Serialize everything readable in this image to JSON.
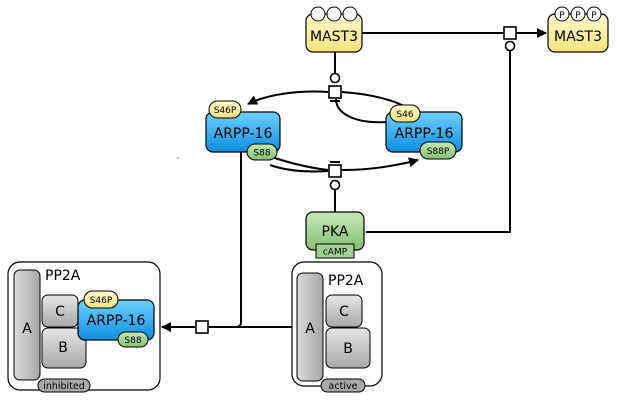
{
  "nodes": {
    "mast3_unphos": {
      "label": "MAST3",
      "site_labels": [
        "",
        "",
        ""
      ]
    },
    "mast3_phos": {
      "label": "MAST3",
      "site_labels": [
        "P",
        "P",
        "P"
      ]
    },
    "arpp16_left": {
      "label": "ARPP-16",
      "site_top": "S46P",
      "site_bottom": "S88"
    },
    "arpp16_right": {
      "label": "ARPP-16",
      "site_top": "S46",
      "site_bottom": "S88P"
    },
    "pka": {
      "label": "PKA",
      "unit": "cAMP"
    },
    "pp2a_inhibited": {
      "title": "PP2A",
      "sub_a": "A",
      "sub_b": "B",
      "sub_c": "C",
      "bound_label": "ARPP-16",
      "bound_site_top": "S46P",
      "bound_site_bottom": "S88",
      "state": "inhibited"
    },
    "pp2a_active": {
      "title": "PP2A",
      "sub_a": "A",
      "sub_b": "B",
      "sub_c": "C",
      "state": "active"
    }
  },
  "colors": {
    "yellow_fill": "#f7f0a0",
    "blue_fill": "#1aa3e8",
    "green_fill": "#9fd18f",
    "gray_fill": "#bdbdbd",
    "line": "#000000"
  }
}
